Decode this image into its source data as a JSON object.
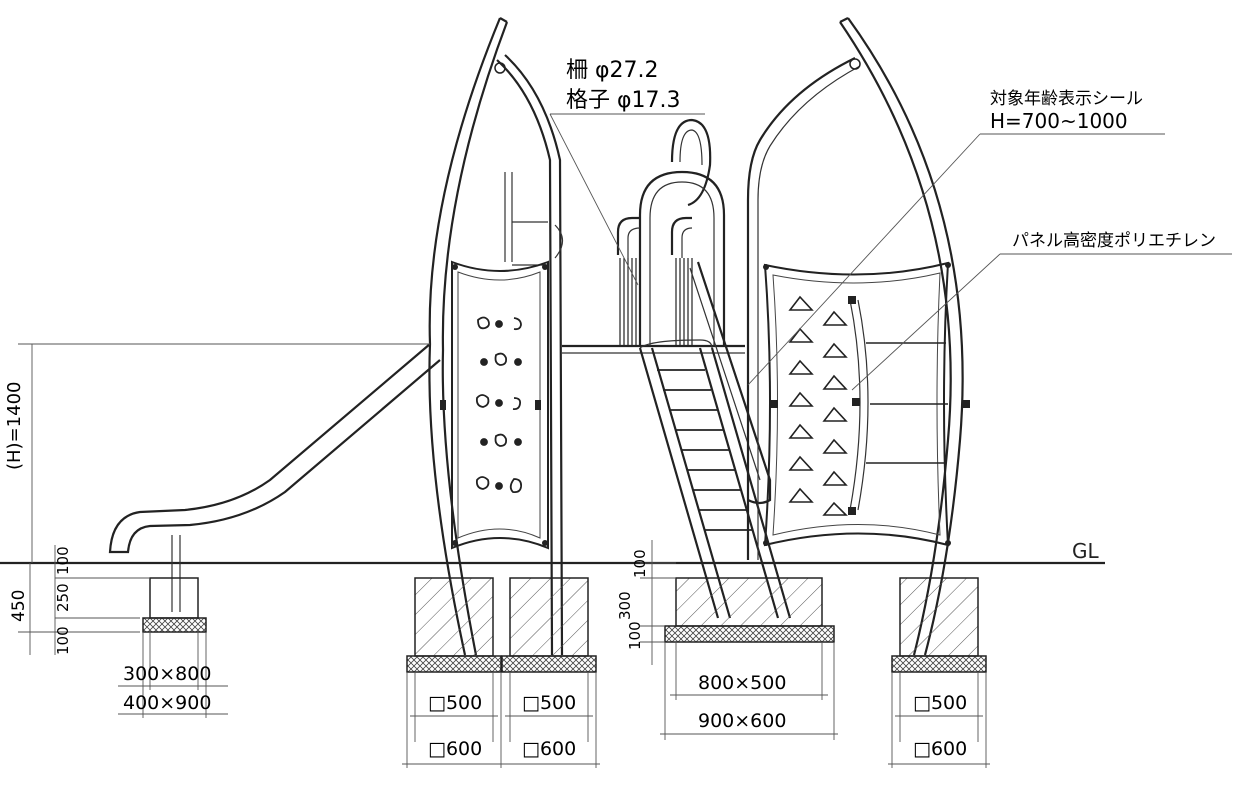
{
  "labels": {
    "rail_spec_line1": "柵 φ27.2",
    "rail_spec_line2": "格子 φ17.3",
    "age_sticker_line1": "対象年齢表示シール",
    "age_sticker_line2": "H=700~1000",
    "panel_material": "パネル高密度ポリエチレン",
    "ground_level": "GL",
    "height_dimension": "(H)=1400"
  },
  "dimensions": {
    "left_450": "450",
    "left_100_top": "100",
    "left_250": "250",
    "left_100_bottom": "100",
    "slide_footing_inner": "300×800",
    "slide_footing_outer": "400×900",
    "post1_inner": "□500",
    "post1_outer": "□600",
    "post2_inner": "□500",
    "post2_outer": "□600",
    "ladder_100_top": "100",
    "ladder_300": "300",
    "ladder_100_bottom": "100",
    "ladder_footing_inner": "800×500",
    "ladder_footing_outer": "900×600",
    "post3_inner": "□500",
    "post3_outer": "□600"
  },
  "colors": {
    "line": "#222222",
    "hatch": "#444444",
    "background": "#ffffff"
  }
}
